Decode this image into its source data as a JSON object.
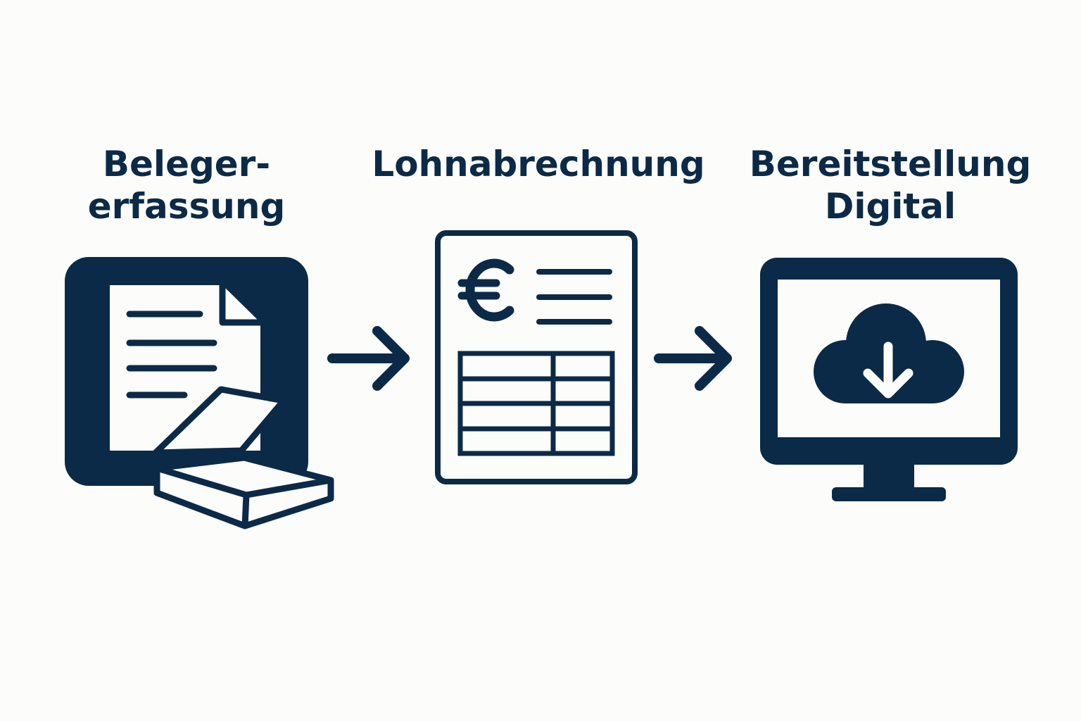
{
  "colors": {
    "primary": "#0b2a47",
    "background": "#fcfcfa"
  },
  "steps": [
    {
      "title_line1": "Beleger-",
      "title_line2": "erfassung",
      "icon": "document-scanner-icon"
    },
    {
      "title_line1": "Lohnabrechnung",
      "title_line2": "",
      "icon": "payslip-euro-icon"
    },
    {
      "title_line1": "Bereitstellung",
      "title_line2": "Digital",
      "icon": "monitor-cloud-download-icon"
    }
  ],
  "connectors": [
    {
      "icon": "arrow-right-icon"
    },
    {
      "icon": "arrow-right-icon"
    }
  ]
}
